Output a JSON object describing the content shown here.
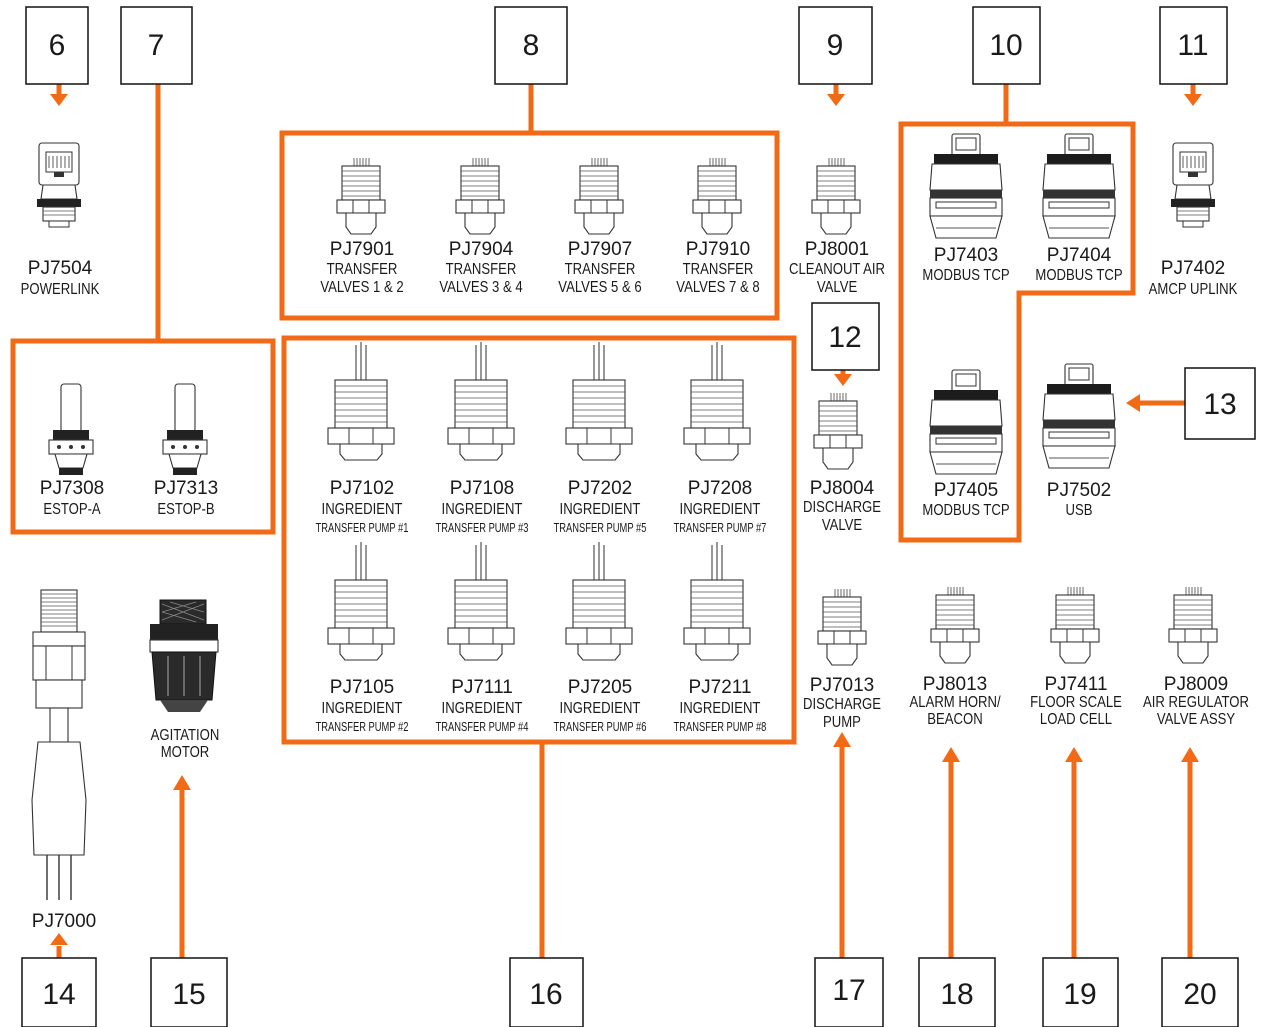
{
  "accent_color": "#F26A16",
  "callouts": [
    "6",
    "7",
    "8",
    "9",
    "10",
    "11",
    "12",
    "13",
    "14",
    "15",
    "16",
    "17",
    "18",
    "19",
    "20"
  ],
  "connectors": {
    "pj7504": {
      "part": "PJ7504",
      "label": "POWERLINK"
    },
    "pj7308": {
      "part": "PJ7308",
      "label": "ESTOP-A"
    },
    "pj7313": {
      "part": "PJ7313",
      "label": "ESTOP-B"
    },
    "pj7901": {
      "part": "PJ7901",
      "line1": "TRANSFER",
      "line2": "VALVES 1 & 2"
    },
    "pj7904": {
      "part": "PJ7904",
      "line1": "TRANSFER",
      "line2": "VALVES 3 & 4"
    },
    "pj7907": {
      "part": "PJ7907",
      "line1": "TRANSFER",
      "line2": "VALVES 5 & 6"
    },
    "pj7910": {
      "part": "PJ7910",
      "line1": "TRANSFER",
      "line2": "VALVES 7 & 8"
    },
    "pj8001": {
      "part": "PJ8001",
      "line1": "CLEANOUT AIR",
      "line2": "VALVE"
    },
    "pj7403": {
      "part": "PJ7403",
      "label": "MODBUS TCP"
    },
    "pj7404": {
      "part": "PJ7404",
      "label": "MODBUS TCP"
    },
    "pj7405": {
      "part": "PJ7405",
      "label": "MODBUS TCP"
    },
    "pj7402": {
      "part": "PJ7402",
      "label": "AMCP UPLINK"
    },
    "pj7502": {
      "part": "PJ7502",
      "label": "USB"
    },
    "pj8004": {
      "part": "PJ8004",
      "line1": "DISCHARGE",
      "line2": "VALVE"
    },
    "pj7013": {
      "part": "PJ7013",
      "line1": "DISCHARGE",
      "line2": "PUMP"
    },
    "pj8013": {
      "part": "PJ8013",
      "line1": "ALARM HORN/",
      "line2": "BEACON"
    },
    "pj7411": {
      "part": "PJ7411",
      "line1": "FLOOR SCALE",
      "line2": "LOAD CELL"
    },
    "pj8009": {
      "part": "PJ8009",
      "line1": "AIR REGULATOR",
      "line2": "VALVE ASSY"
    },
    "pj7000": {
      "part": "PJ7000"
    },
    "agitation": {
      "line1": "AGITATION",
      "line2": "MOTOR"
    }
  },
  "pumps": [
    {
      "part": "PJ7102",
      "label": "INGREDIENT",
      "sub": "TRANSFER PUMP #1"
    },
    {
      "part": "PJ7108",
      "label": "INGREDIENT",
      "sub": "TRANSFER PUMP #3"
    },
    {
      "part": "PJ7202",
      "label": "INGREDIENT",
      "sub": "TRANSFER PUMP #5"
    },
    {
      "part": "PJ7208",
      "label": "INGREDIENT",
      "sub": "TRANSFER PUMP #7"
    },
    {
      "part": "PJ7105",
      "label": "INGREDIENT",
      "sub": "TRANSFER PUMP #2"
    },
    {
      "part": "PJ7111",
      "label": "INGREDIENT",
      "sub": "TRANSFER PUMP #4"
    },
    {
      "part": "PJ7205",
      "label": "INGREDIENT",
      "sub": "TRANSFER PUMP #6"
    },
    {
      "part": "PJ7211",
      "label": "INGREDIENT",
      "sub": "TRANSFER PUMP #8"
    }
  ]
}
